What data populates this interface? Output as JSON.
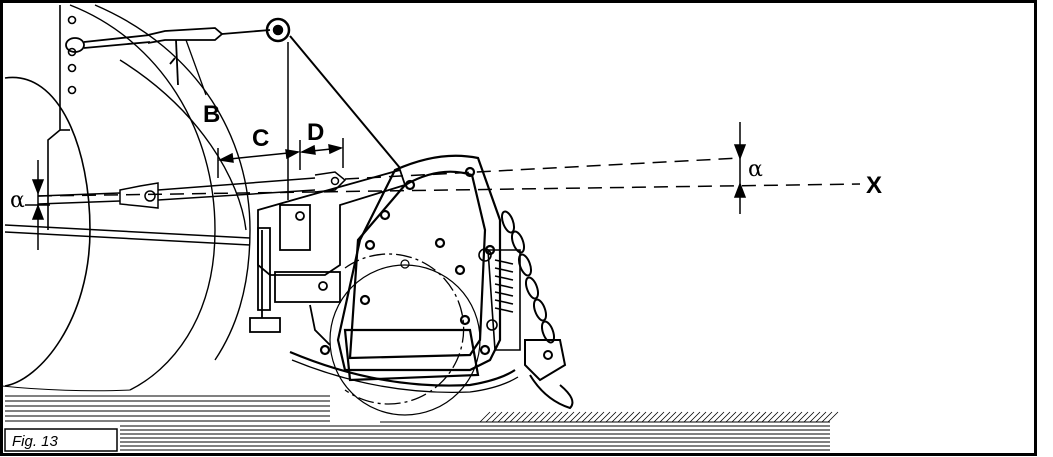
{
  "figure": {
    "caption": "Fig. 13",
    "labels": {
      "b": "B",
      "c": "C",
      "d": "D",
      "x": "X",
      "alpha_left": "α",
      "alpha_right": "α"
    }
  }
}
